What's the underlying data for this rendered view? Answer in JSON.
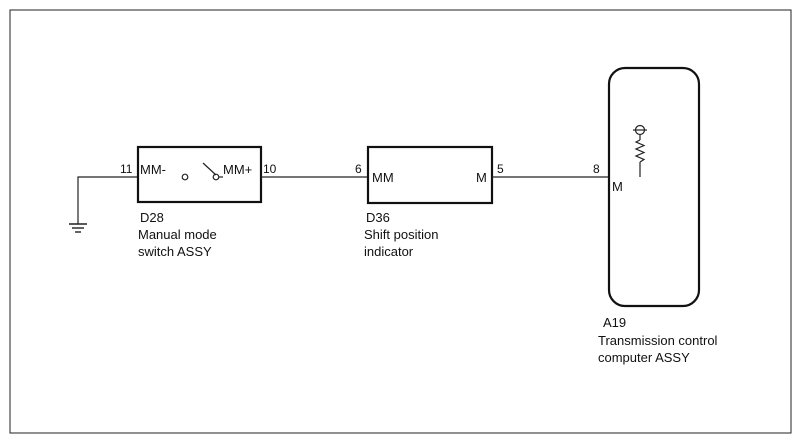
{
  "components": {
    "d28": {
      "id": "D28",
      "name_line1": "Manual mode",
      "name_line2": "switch ASSY",
      "pin_left_label": "MM-",
      "pin_right_label": "MM+",
      "pin_left_number": "11",
      "pin_right_number": "10"
    },
    "d36": {
      "id": "D36",
      "name_line1": "Shift position",
      "name_line2": "indicator",
      "pin_left_label": "MM",
      "pin_right_label": "M",
      "pin_left_number": "6",
      "pin_right_number": "5"
    },
    "a19": {
      "id": "A19",
      "name_line1": "Transmission control",
      "name_line2": "computer ASSY",
      "pin_label": "M",
      "pin_number": "8"
    }
  }
}
